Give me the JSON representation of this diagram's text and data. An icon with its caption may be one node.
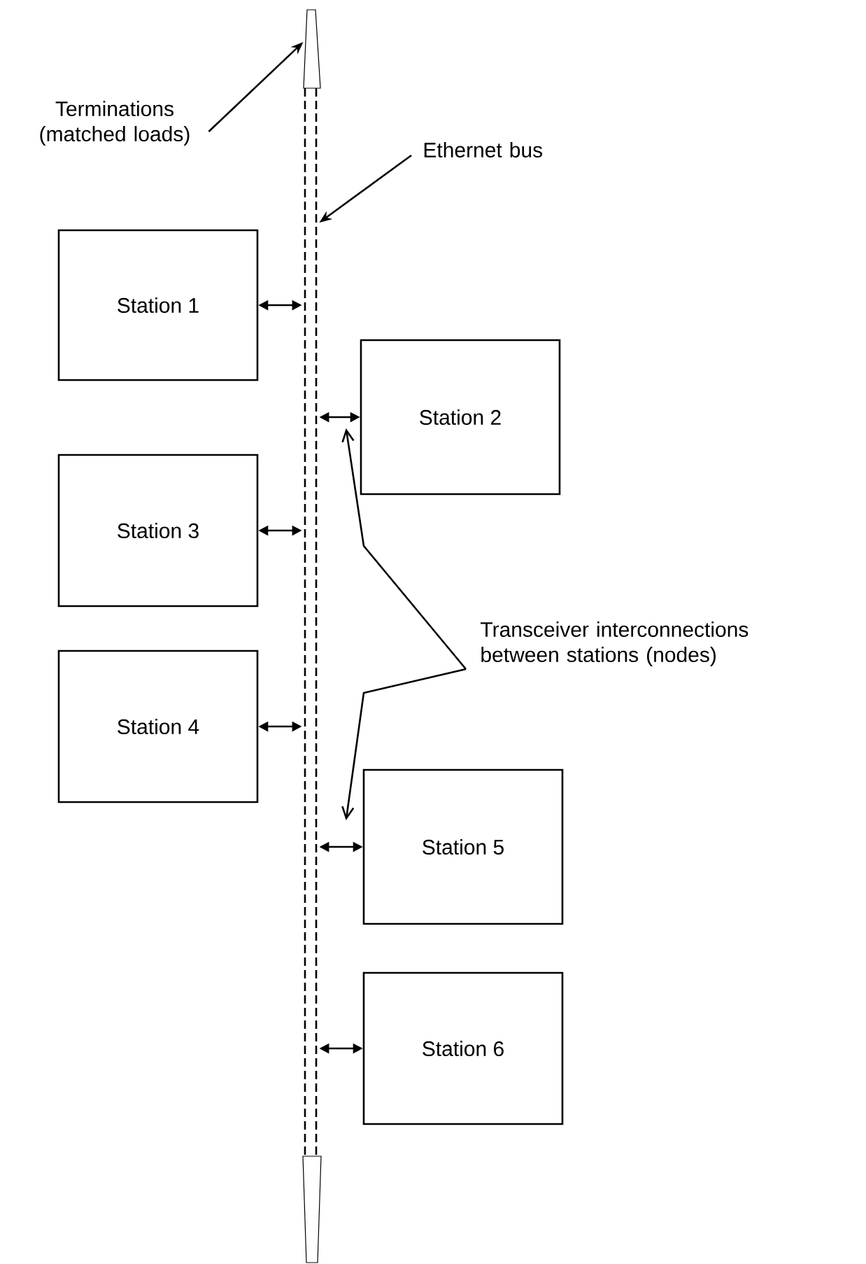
{
  "diagram": {
    "nodes": [
      {
        "text": [
          "Terminations (matched loads)"
        ]
      },
      {
        "text": [],
        "shape": "cone"
      },
      {
        "text": [
          "Ethernet bus"
        ]
      },
      {
        "text": [],
        "shape": "line"
      },
      {
        "text": [],
        "shape": "cone"
      },
      {
        "text": [
          "Station 1"
        ]
      },
      {
        "text": [
          "Station 2"
        ]
      },
      {
        "text": [
          "Station 3"
        ]
      },
      {
        "text": [
          "Station 4"
        ]
      },
      {
        "text": [
          "Station 5"
        ]
      },
      {
        "text": [
          "Station 6"
        ]
      },
      {
        "text": [
          "Transceiver interconnections between stations (nodes)"
        ]
      }
    ],
    "edges": [
      {
        "from": 0,
        "to": 1,
        "arrow": "to"
      },
      {
        "from": 2,
        "to": 3,
        "arrow": "to"
      },
      {
        "from": 5,
        "to": 3,
        "arrow": "both"
      },
      {
        "from": 6,
        "to": 3,
        "arrow": "both"
      },
      {
        "from": 7,
        "to": 3,
        "arrow": "both"
      },
      {
        "from": 8,
        "to": 3,
        "arrow": "both"
      },
      {
        "from": 9,
        "to": 3,
        "arrow": "both"
      },
      {
        "from": 10,
        "to": 3,
        "arrow": "both"
      },
      {
        "from": 11,
        "to": 6,
        "arrow": "to"
      },
      {
        "from": 11,
        "to": 9,
        "arrow": "to"
      }
    ]
  }
}
